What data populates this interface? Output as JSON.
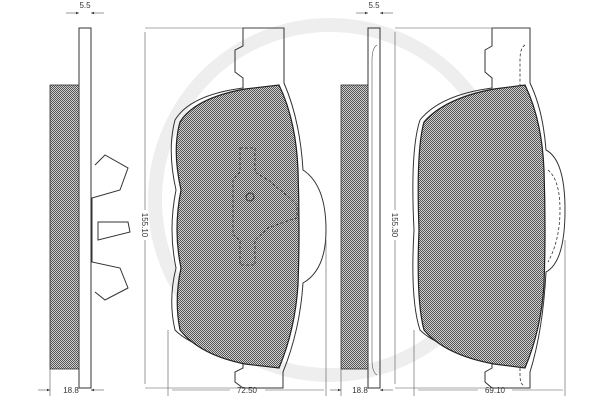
{
  "drawing": {
    "dimensions": {
      "left_plate_thickness": "5.5",
      "right_plate_thickness": "5.5",
      "left_total_thickness": "18.8",
      "right_total_thickness": "18.8",
      "left_pad_height": "155.10",
      "right_pad_height": "155.30",
      "left_pad_width": "72.50",
      "right_pad_width": "69.10"
    },
    "colors": {
      "line": "#333333",
      "friction_fill": "#8a8a8a",
      "watermark": "#eeeeee"
    }
  }
}
